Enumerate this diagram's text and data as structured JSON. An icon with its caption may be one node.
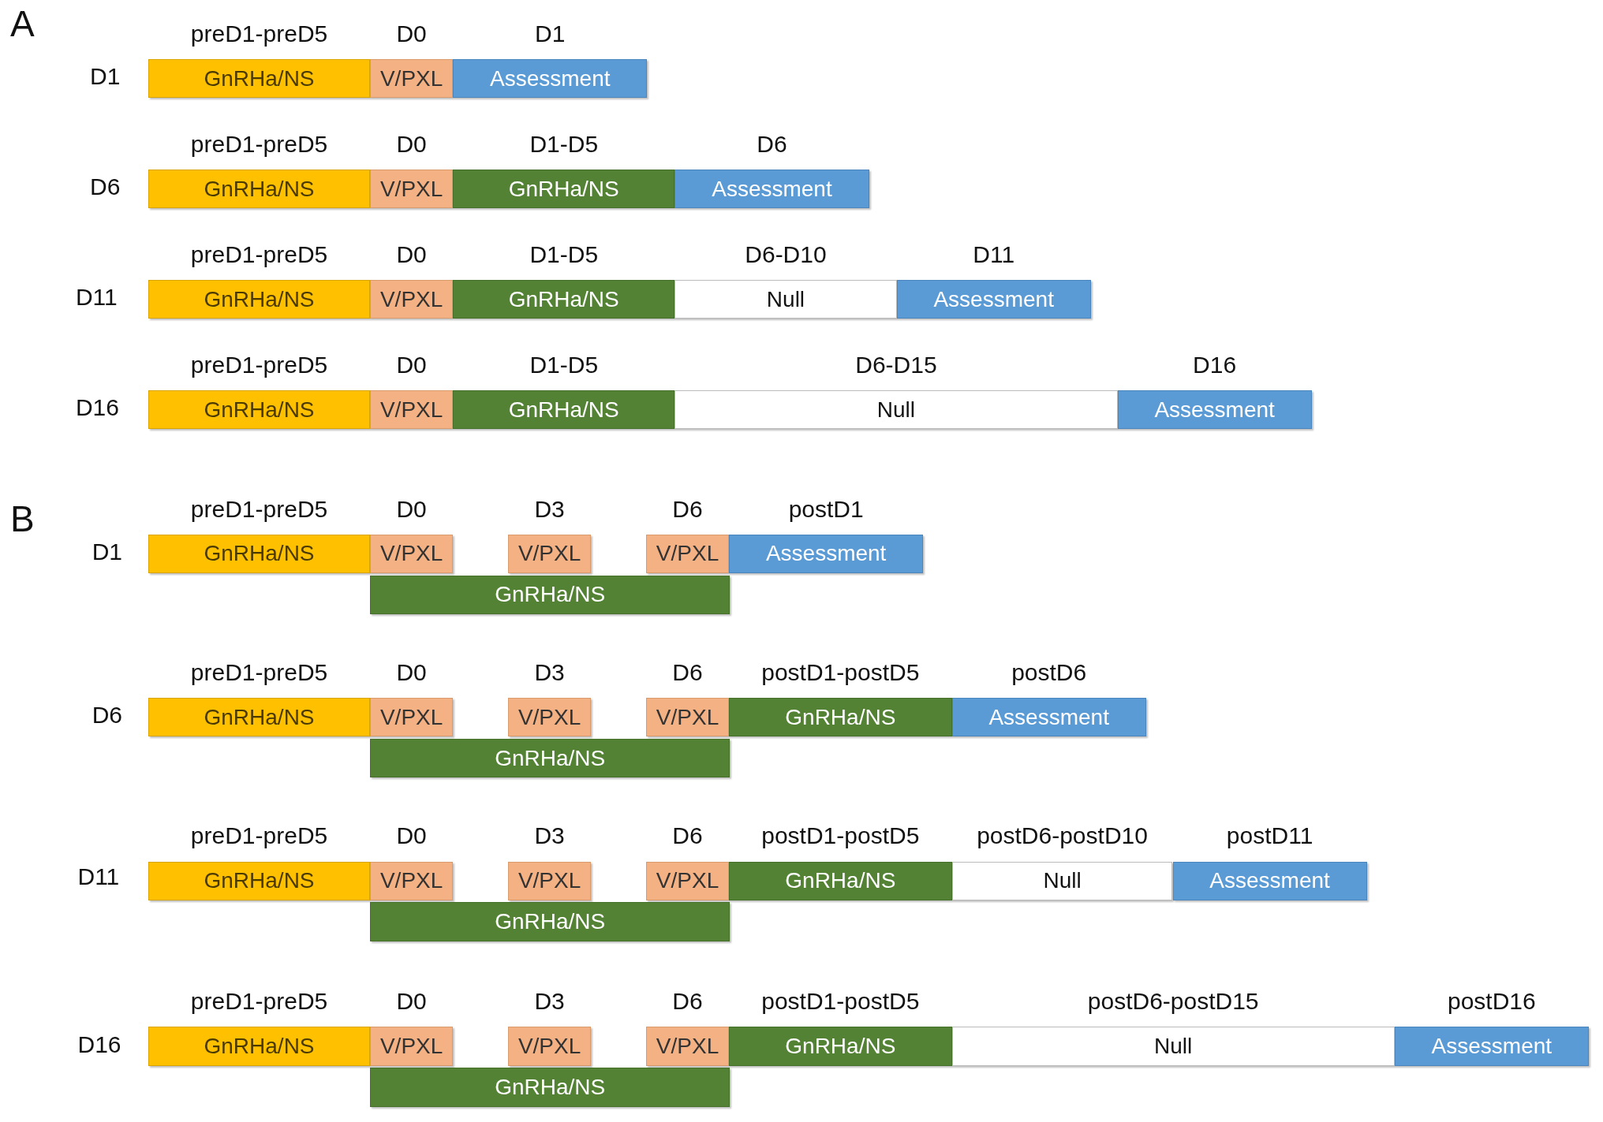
{
  "diagram": {
    "nodes": [
      {
        "text": [
          "GnRHa/NS"
        ],
        "beside": [
          "preD1-preD5"
        ]
      },
      {
        "text": [
          "V/PXL"
        ],
        "beside": [
          "D0"
        ]
      },
      {
        "text": [
          "Assessment"
        ],
        "beside": [
          "D1"
        ]
      },
      {
        "text": [
          "GnRHa/NS"
        ],
        "beside": [
          "preD1-preD5"
        ]
      },
      {
        "text": [
          "V/PXL"
        ],
        "beside": [
          "D0"
        ]
      },
      {
        "text": [
          "GnRHa/NS"
        ],
        "beside": [
          "D1-D5"
        ]
      },
      {
        "text": [
          "Assessment"
        ],
        "beside": [
          "D6"
        ]
      },
      {
        "text": [
          "GnRHa/NS"
        ],
        "beside": [
          "preD1-preD5"
        ]
      },
      {
        "text": [
          "V/PXL"
        ],
        "beside": [
          "D0"
        ]
      },
      {
        "text": [
          "GnRHa/NS"
        ],
        "beside": [
          "D1-D5"
        ]
      },
      {
        "text": [
          "Null"
        ],
        "beside": [
          "D6-D10"
        ]
      },
      {
        "text": [
          "Assessment"
        ],
        "beside": [
          "D11"
        ]
      },
      {
        "text": [
          "GnRHa/NS"
        ],
        "beside": [
          "preD1-preD5"
        ]
      },
      {
        "text": [
          "V/PXL"
        ],
        "beside": [
          "D0"
        ]
      },
      {
        "text": [
          "GnRHa/NS"
        ],
        "beside": [
          "D1-D5"
        ]
      },
      {
        "text": [
          "Null"
        ],
        "beside": [
          "D6-D15"
        ]
      },
      {
        "text": [
          "Assessment"
        ],
        "beside": [
          "D16"
        ]
      },
      {
        "text": [
          "GnRHa/NS"
        ],
        "beside": [
          "preD1-preD5"
        ]
      },
      {
        "text": [
          "V/PXL"
        ],
        "beside": [
          "D0"
        ]
      },
      {
        "text": [
          "V/PXL"
        ],
        "beside": [
          "D3"
        ]
      },
      {
        "text": [
          "V/PXL"
        ],
        "beside": [
          "D6"
        ]
      },
      {
        "text": [
          "Assessment"
        ],
        "beside": [
          "postD1"
        ]
      },
      {
        "text": [
          "GnRHa/NS"
        ]
      },
      {
        "text": [
          "GnRHa/NS"
        ],
        "beside": [
          "preD1-preD5"
        ]
      },
      {
        "text": [
          "V/PXL"
        ],
        "beside": [
          "D0"
        ]
      },
      {
        "text": [
          "V/PXL"
        ],
        "beside": [
          "D3"
        ]
      },
      {
        "text": [
          "V/PXL"
        ],
        "beside": [
          "D6"
        ]
      },
      {
        "text": [
          "GnRHa/NS"
        ],
        "beside": [
          "postD1-postD5"
        ]
      },
      {
        "text": [
          "Assessment"
        ],
        "beside": [
          "postD6"
        ]
      },
      {
        "text": [
          "GnRHa/NS"
        ]
      },
      {
        "text": [
          "GnRHa/NS"
        ],
        "beside": [
          "preD1-preD5"
        ]
      },
      {
        "text": [
          "V/PXL"
        ],
        "beside": [
          "D0"
        ]
      },
      {
        "text": [
          "V/PXL"
        ],
        "beside": [
          "D3"
        ]
      },
      {
        "text": [
          "V/PXL"
        ],
        "beside": [
          "D6"
        ]
      },
      {
        "text": [
          "GnRHa/NS"
        ],
        "beside": [
          "postD1-postD5"
        ]
      },
      {
        "text": [
          "Null"
        ],
        "beside": [
          "postD6-postD10"
        ]
      },
      {
        "text": [
          "Assessment"
        ],
        "beside": [
          "postD11"
        ]
      },
      {
        "text": [
          "GnRHa/NS"
        ]
      },
      {
        "text": [
          "GnRHa/NS"
        ],
        "beside": [
          "preD1-preD5"
        ]
      },
      {
        "text": [
          "V/PXL"
        ],
        "beside": [
          "D0"
        ]
      },
      {
        "text": [
          "V/PXL"
        ],
        "beside": [
          "D3"
        ]
      },
      {
        "text": [
          "V/PXL"
        ],
        "beside": [
          "D6"
        ]
      },
      {
        "text": [
          "GnRHa/NS"
        ],
        "beside": [
          "postD1-postD5"
        ]
      },
      {
        "text": [
          "Null"
        ],
        "beside": [
          "postD6-postD15"
        ]
      },
      {
        "text": [
          "Assessment"
        ],
        "beside": [
          "postD16"
        ]
      },
      {
        "text": [
          "GnRHa/NS"
        ]
      }
    ],
    "labels": [
      "A",
      "D1",
      "D6",
      "D11",
      "D16",
      "B",
      "D1",
      "D6",
      "D11",
      "D16"
    ]
  }
}
